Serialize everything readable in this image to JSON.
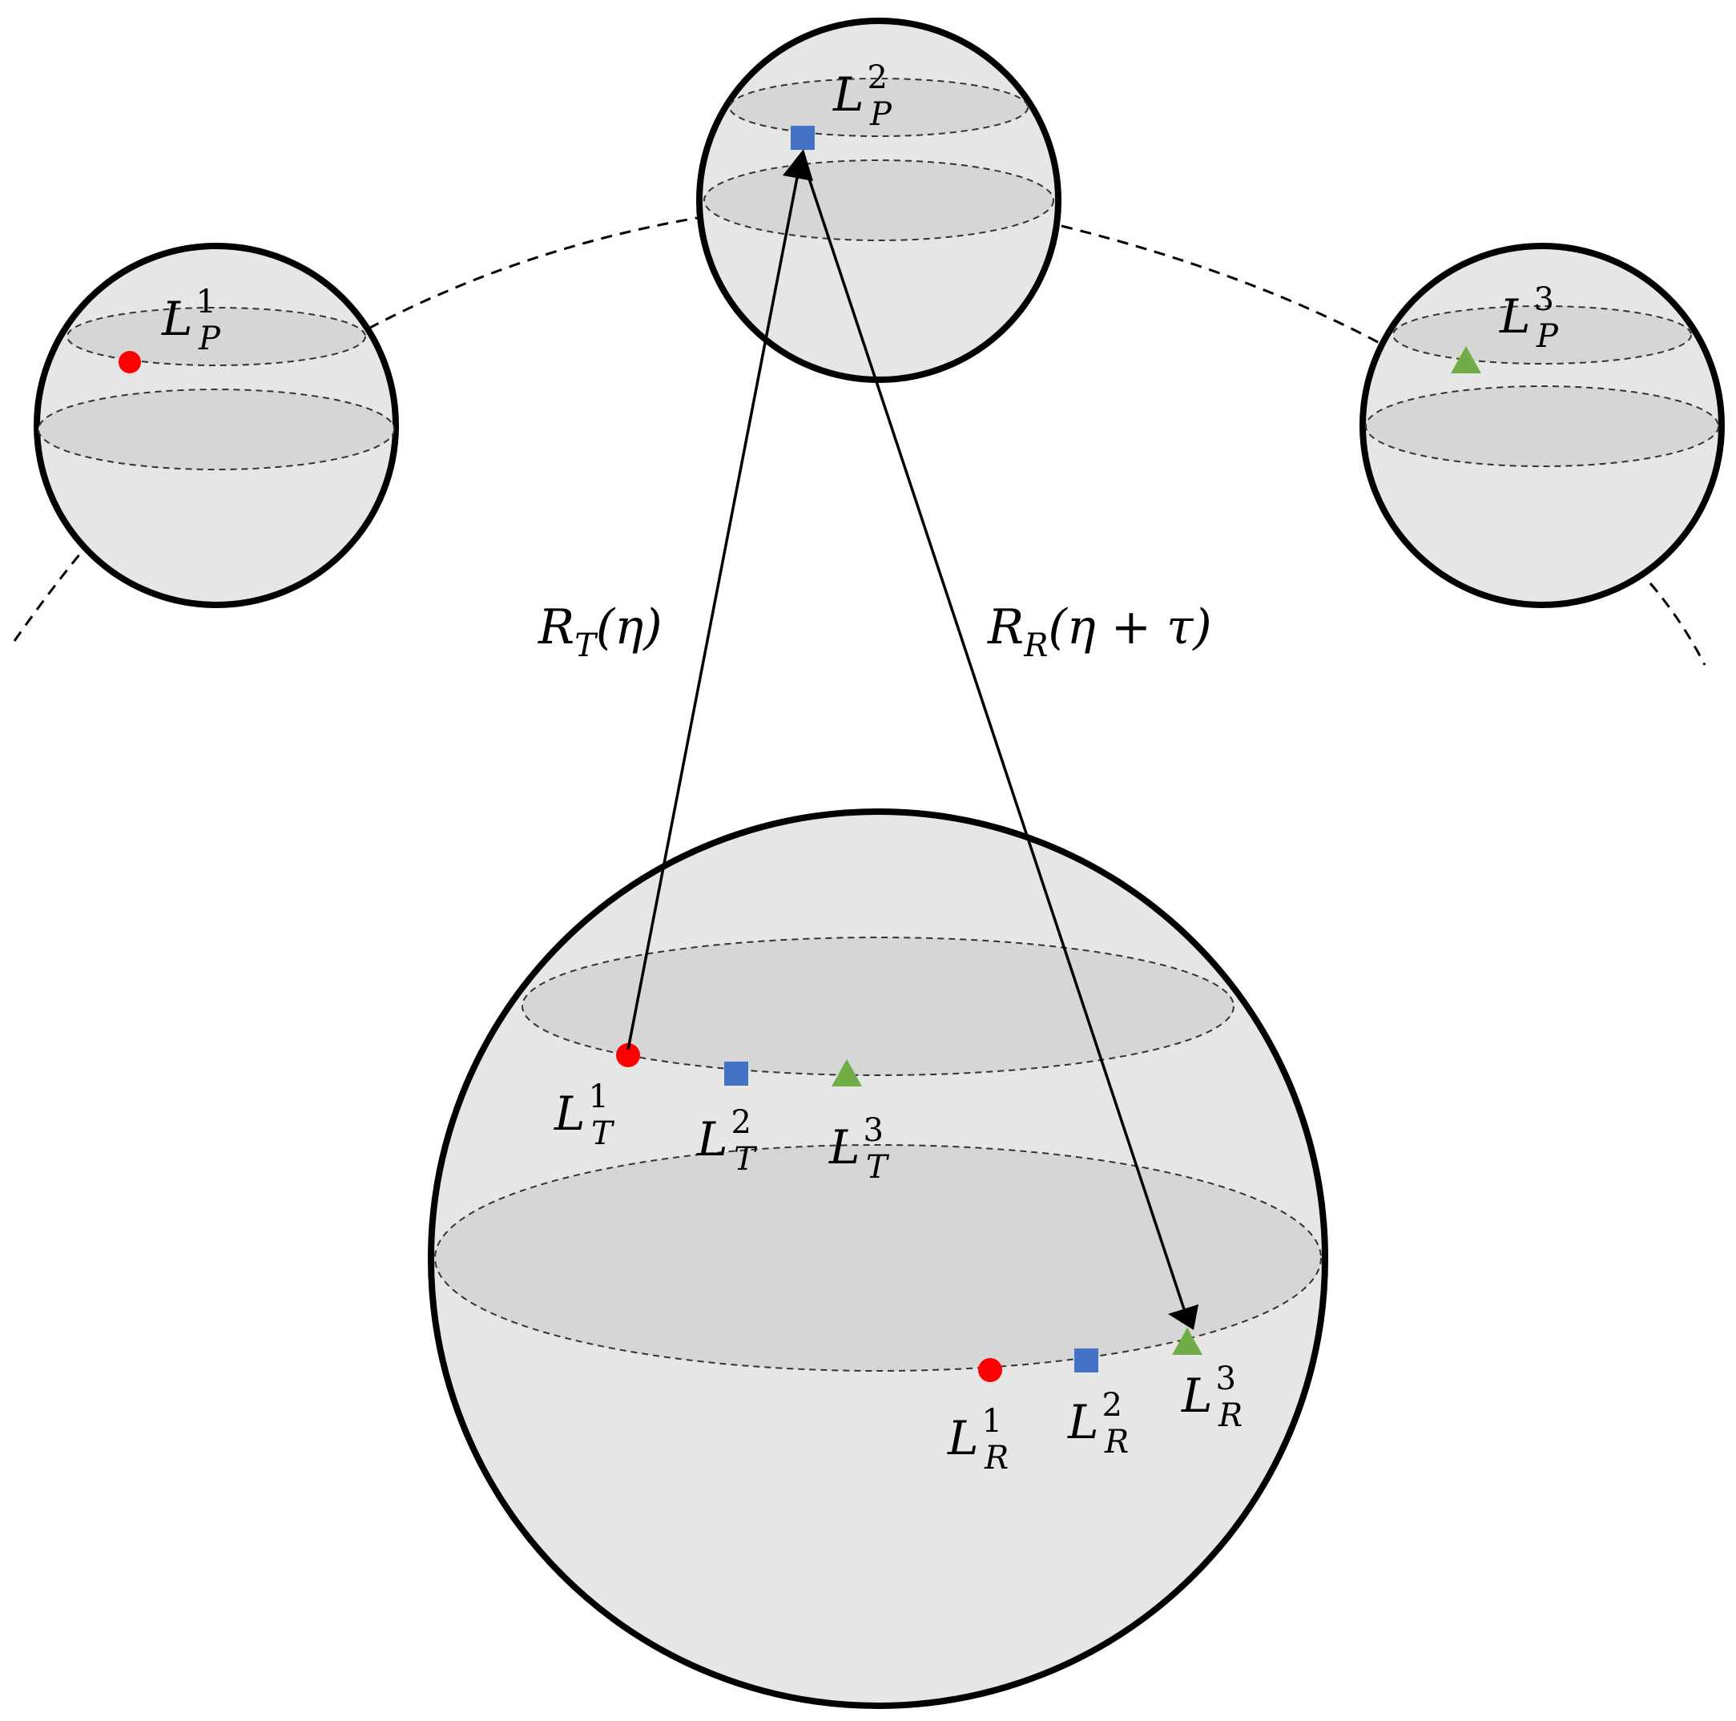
{
  "colors": {
    "red": "#ff0000",
    "blue": "#4472c4",
    "green": "#70ad47",
    "sphere_fill": "#e6e6e6",
    "band_fill": "#d6d6d6"
  },
  "labels": {
    "p1": {
      "base": "L",
      "sub": "P",
      "sup": "1"
    },
    "p2": {
      "base": "L",
      "sub": "P",
      "sup": "2"
    },
    "p3": {
      "base": "L",
      "sub": "P",
      "sup": "3"
    },
    "t1": {
      "base": "L",
      "sub": "T",
      "sup": "1"
    },
    "t2": {
      "base": "L",
      "sub": "T",
      "sup": "2"
    },
    "t3": {
      "base": "L",
      "sub": "T",
      "sup": "3"
    },
    "r1": {
      "base": "L",
      "sub": "R",
      "sup": "1"
    },
    "r2": {
      "base": "L",
      "sub": "R",
      "sup": "2"
    },
    "r3": {
      "base": "L",
      "sub": "R",
      "sup": "3"
    }
  },
  "arrows": {
    "transmit": {
      "base": "R",
      "sub": "T",
      "arg": "(η)"
    },
    "receive": {
      "base": "R",
      "sub": "R",
      "arg": "(η + τ)"
    }
  },
  "markers": {
    "circle": "red-circle",
    "square": "blue-square",
    "triangle": "green-triangle"
  }
}
